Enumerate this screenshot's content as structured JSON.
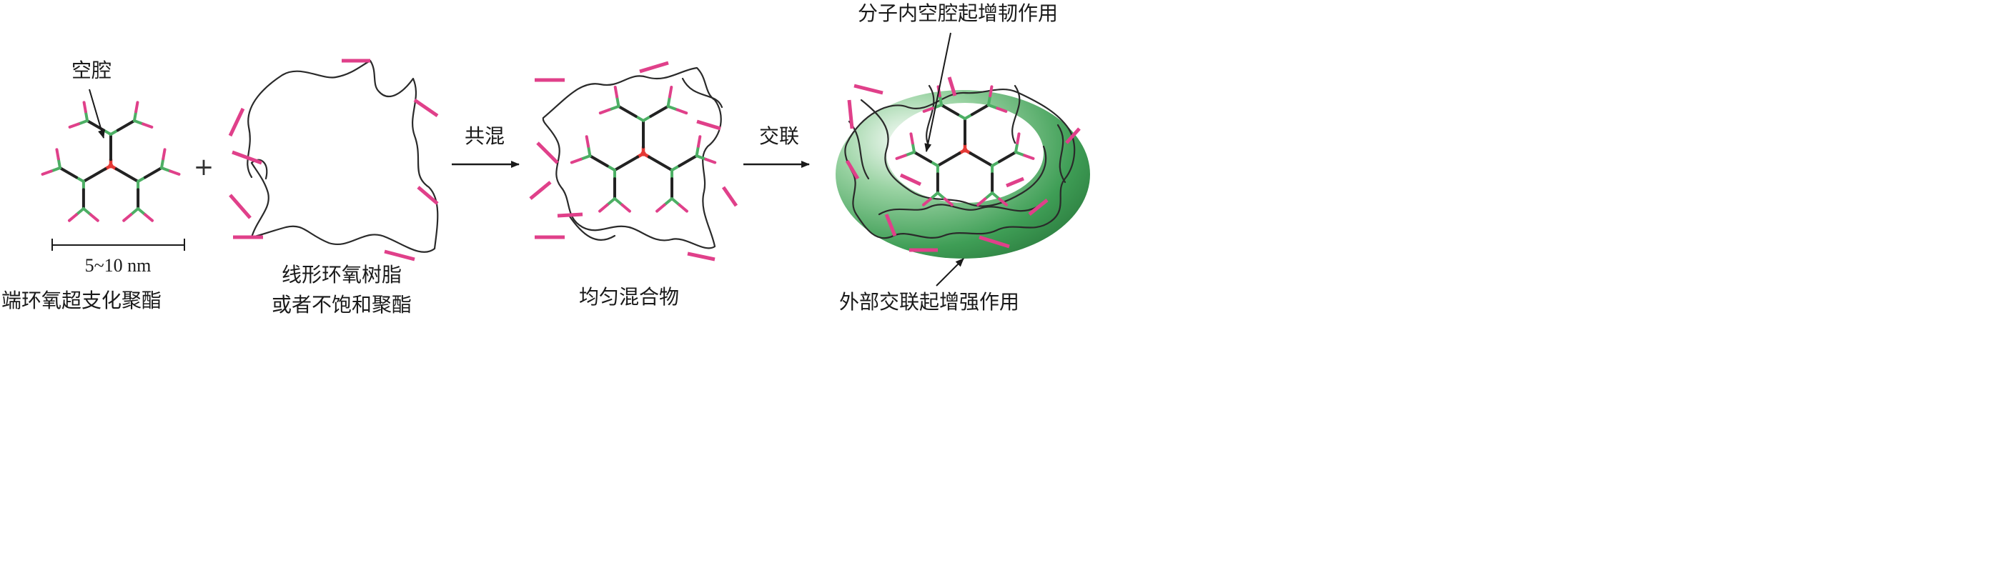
{
  "labels": {
    "cavity": "空腔",
    "size_scale": "5~10 nm",
    "hyperbranched_name": "端环氧超支化聚酯",
    "plus": "+",
    "linear_line1": "线形环氧树脂",
    "linear_line2": "或者不饱和聚酯",
    "blend_step": "共混",
    "mixture_name": "均匀混合物",
    "crosslink_step": "交联",
    "inner_cavity_note": "分子内空腔起增韧作用",
    "outer_crosslink_note": "外部交联起增强作用"
  },
  "colors": {
    "core_atom": "#e53935",
    "branch_green": "#4caf64",
    "end_group_magenta": "#e0408a",
    "bond_dark": "#222222",
    "chain": "#2a2a2a",
    "ellipsoid_inner": "#eef8ee",
    "ellipsoid_outer": "#2f8a45"
  }
}
